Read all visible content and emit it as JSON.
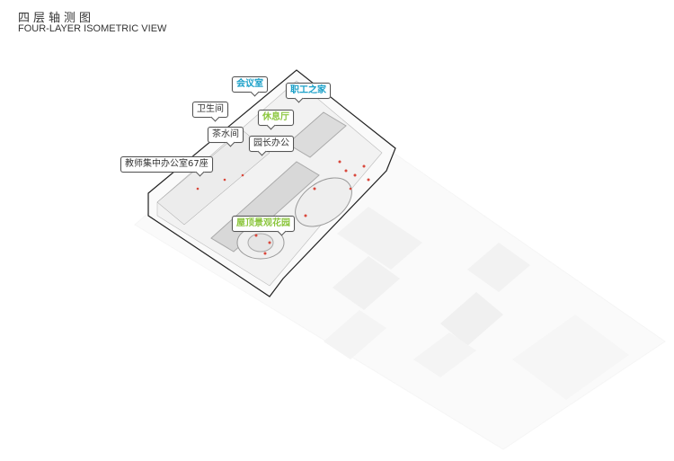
{
  "header": {
    "title_cn": "四层轴测图",
    "title_en": "FOUR-LAYER ISOMETRIC VIEW"
  },
  "labels": [
    {
      "id": "meeting-room",
      "text": "会议室",
      "color": "#1aa0c8"
    },
    {
      "id": "staff-home",
      "text": "职工之家",
      "color": "#1aa0c8"
    },
    {
      "id": "lounge",
      "text": "休息厅",
      "color": "#8cc63e"
    },
    {
      "id": "restroom",
      "text": "卫生间",
      "color": "#333333"
    },
    {
      "id": "tea-room",
      "text": "茶水间",
      "color": "#333333"
    },
    {
      "id": "director-office",
      "text": "园长办公",
      "color": "#333333"
    },
    {
      "id": "teacher-office",
      "text": "教师集中办公室67座",
      "color": "#333333"
    },
    {
      "id": "roof-garden",
      "text": "屋顶景观花园",
      "color": "#8cc63e"
    }
  ]
}
